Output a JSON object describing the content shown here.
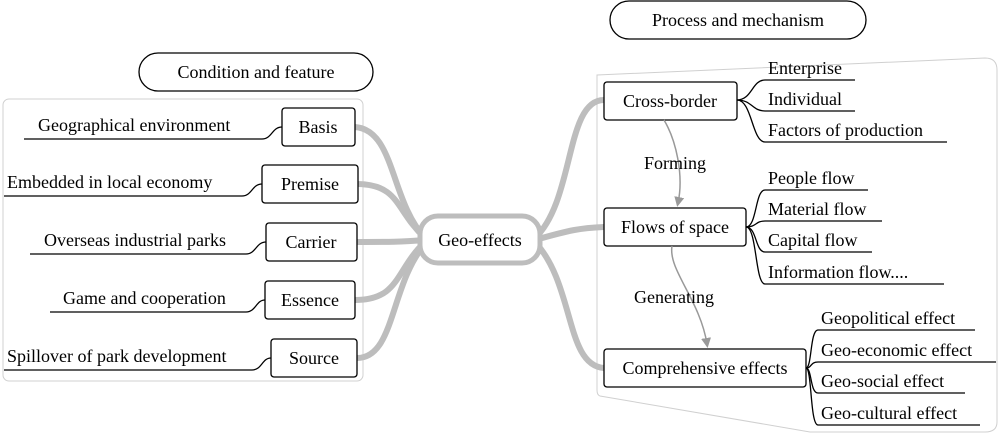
{
  "center": "Geo-effects",
  "left": {
    "title": "Condition and feature",
    "items": [
      {
        "node": "Basis",
        "detail": "Geographical environment"
      },
      {
        "node": "Premise",
        "detail": "Embedded in local economy"
      },
      {
        "node": "Carrier",
        "detail": "Overseas industrial parks"
      },
      {
        "node": "Essence",
        "detail": "Game and cooperation"
      },
      {
        "node": "Source",
        "detail": "Spillover of park development"
      }
    ]
  },
  "right": {
    "title": "Process and mechanism",
    "nodes": [
      {
        "label": "Cross-border",
        "children": [
          "Enterprise",
          "Individual",
          "Factors of production"
        ]
      },
      {
        "label": "Flows of space",
        "children": [
          "People flow",
          "Material flow",
          "Capital flow",
          "Information flow...."
        ]
      },
      {
        "label": "Comprehensive effects",
        "children": [
          "Geopolitical effect",
          "Geo-economic effect",
          "Geo-social effect",
          "Geo-cultural effect"
        ]
      }
    ],
    "arrows": [
      "Forming",
      "Generating"
    ]
  },
  "colors": {
    "branch": "#bdbdbd",
    "frame": "#d0d0d0",
    "ink": "#000000",
    "arrow": "#999999"
  }
}
